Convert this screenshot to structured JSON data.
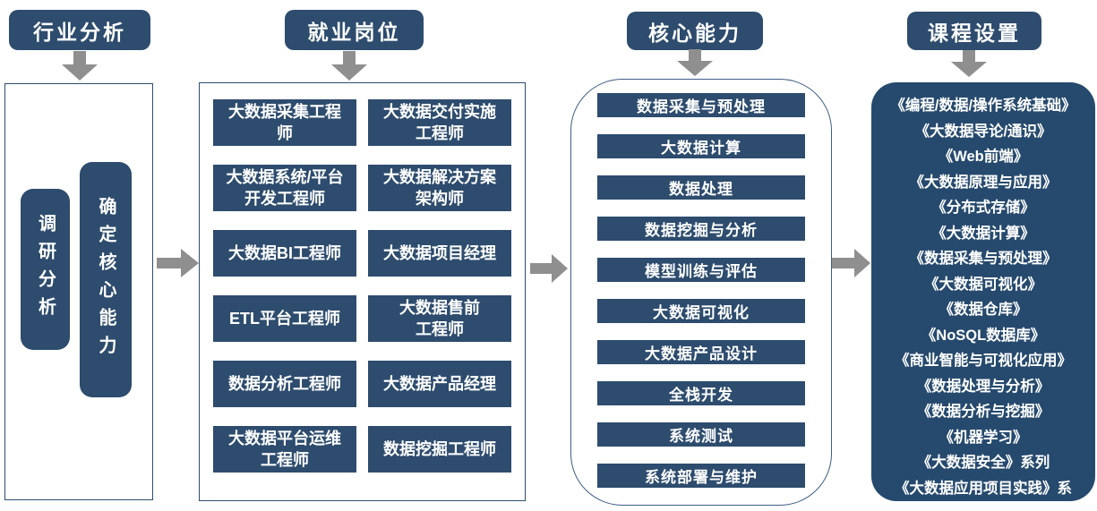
{
  "colors": {
    "navy": "#2d4c6e",
    "navy_dark": "#264a6e",
    "panel_border": "#2e4d6e",
    "rounded_panel_border": "#3f5d87",
    "arrow_gray": "#8f8f8f",
    "text_white": "#ffffff",
    "background": "#ffffff"
  },
  "sections": {
    "industry": {
      "header": "行业分析",
      "pills": [
        "调研分析",
        "确定核心能力"
      ]
    },
    "jobs": {
      "header": "就业岗位",
      "left": [
        "大数据采集工程\n师",
        "大数据系统/平台\n开发工程师",
        "大数据BI工程师",
        "ETL平台工程师",
        "数据分析工程师",
        "大数据平台运维\n工程师"
      ],
      "right": [
        "大数据交付实施\n工程师",
        "大数据解决方案\n架构师",
        "大数据项目经理",
        "大数据售前\n工程师",
        "大数据产品经理",
        "数据挖掘工程师"
      ]
    },
    "abilities": {
      "header": "核心能力",
      "items": [
        "数据采集与预处理",
        "大数据计算",
        "数据处理",
        "数据挖掘与分析",
        "模型训练与评估",
        "大数据可视化",
        "大数据产品设计",
        "全栈开发",
        "系统测试",
        "系统部署与维护"
      ]
    },
    "courses": {
      "header": "课程设置",
      "items": [
        "《编程/数据/操作系统基础》",
        "《大数据导论/通识》",
        "《Web前端》",
        "《大数据原理与应用》",
        "《分布式存储》",
        "《大数据计算》",
        "《数据采集与预处理》",
        "《大数据可视化》",
        "《数据仓库》",
        "《NoSQL数据库》",
        "《商业智能与可视化应用》",
        "《数据处理与分析》",
        "《数据分析与挖掘》",
        "《机器学习》",
        "《大数据安全》系列",
        "《大数据应用项目实践》系\n列"
      ]
    }
  }
}
